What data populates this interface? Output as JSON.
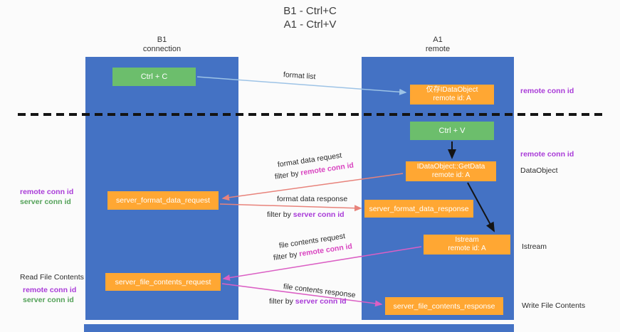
{
  "title": {
    "line1": "B1 - Ctrl+C",
    "line2": "A1 - Ctrl+V"
  },
  "columns": {
    "left": {
      "name": "B1",
      "subtitle": "connection"
    },
    "right": {
      "name": "A1",
      "subtitle": "remote"
    }
  },
  "boxes": {
    "ctrl_c": "Ctrl + C",
    "ctrl_v": "Ctrl + V",
    "clipboard_store": {
      "line1": "仅存IDataObject",
      "line2": "remote id: A"
    },
    "getdata": {
      "line1": "IDataObject::GetData",
      "line2": "remote id: A"
    },
    "istream": {
      "line1": "Istream",
      "line2": "remote id: A"
    },
    "server_format_data_request": "server_format_data_request",
    "server_format_data_response": "server_format_data_response",
    "server_file_contents_request": "server_file_contents_request",
    "server_file_contents_response": "server_file_contents_response"
  },
  "labels": {
    "format_list": "format list",
    "format_data_request": "format data request",
    "format_data_response": "format data response",
    "file_contents_request": "file contents request",
    "file_contents_response": "file contents response",
    "filter_by": "filter by ",
    "remote_conn_id": "remote conn id",
    "server_conn_id": "server conn id",
    "dataobject": "DataObject",
    "istream": "Istream",
    "read_file_contents": "Read File Contents",
    "write_file_contents": "Write File Contents"
  },
  "colors": {
    "lane_blue": "#4472c4",
    "box_green": "#6cbe6c",
    "box_orange": "#ffa733",
    "purple_text": "#a93bd8",
    "magenta_text": "#d944c0",
    "green_text": "#53a158",
    "arrow_blue": "#9dc3e6",
    "arrow_salmon": "#e8837b",
    "arrow_magenta": "#db5fc4",
    "arrow_black": "#141414"
  }
}
